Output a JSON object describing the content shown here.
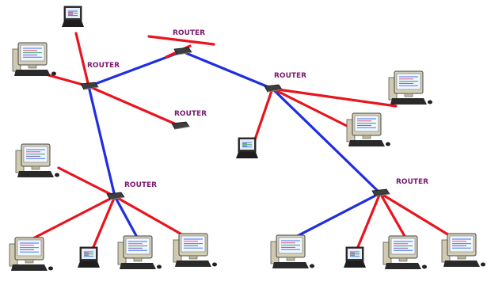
{
  "diagram": {
    "router_label": "ROUTER",
    "colors": {
      "backbone_link": "#1f2fe0",
      "host_link": "#e8141e",
      "router_label": "#7a1a70",
      "router_body": "#3e3e3e",
      "monitor_frame": "#d4d0b8",
      "monitor_screen": "#f2f6ff",
      "keyboard": "#2a2a2a"
    },
    "routers": [
      {
        "id": "r-top",
        "label": "ROUTER"
      },
      {
        "id": "r-left",
        "label": "ROUTER"
      },
      {
        "id": "r-lonely",
        "label": "ROUTER"
      },
      {
        "id": "r-right",
        "label": "ROUTER"
      },
      {
        "id": "r-bottom-left",
        "label": "ROUTER"
      },
      {
        "id": "r-bottom-right",
        "label": "ROUTER"
      }
    ],
    "hosts": [
      {
        "id": "laptop-top",
        "type": "laptop"
      },
      {
        "id": "desktop-topleft",
        "type": "desktop"
      },
      {
        "id": "desktop-right-upper",
        "type": "desktop"
      },
      {
        "id": "desktop-right-mid",
        "type": "desktop"
      },
      {
        "id": "laptop-right-mid",
        "type": "laptop"
      },
      {
        "id": "desktop-midleft",
        "type": "desktop"
      },
      {
        "id": "desktop-bl-1",
        "type": "desktop"
      },
      {
        "id": "laptop-bl",
        "type": "laptop"
      },
      {
        "id": "desktop-bl-2",
        "type": "desktop"
      },
      {
        "id": "desktop-bl-3",
        "type": "desktop"
      },
      {
        "id": "desktop-br-1",
        "type": "desktop"
      },
      {
        "id": "laptop-br",
        "type": "laptop"
      },
      {
        "id": "desktop-br-2",
        "type": "desktop"
      },
      {
        "id": "desktop-br-3",
        "type": "desktop"
      }
    ]
  }
}
